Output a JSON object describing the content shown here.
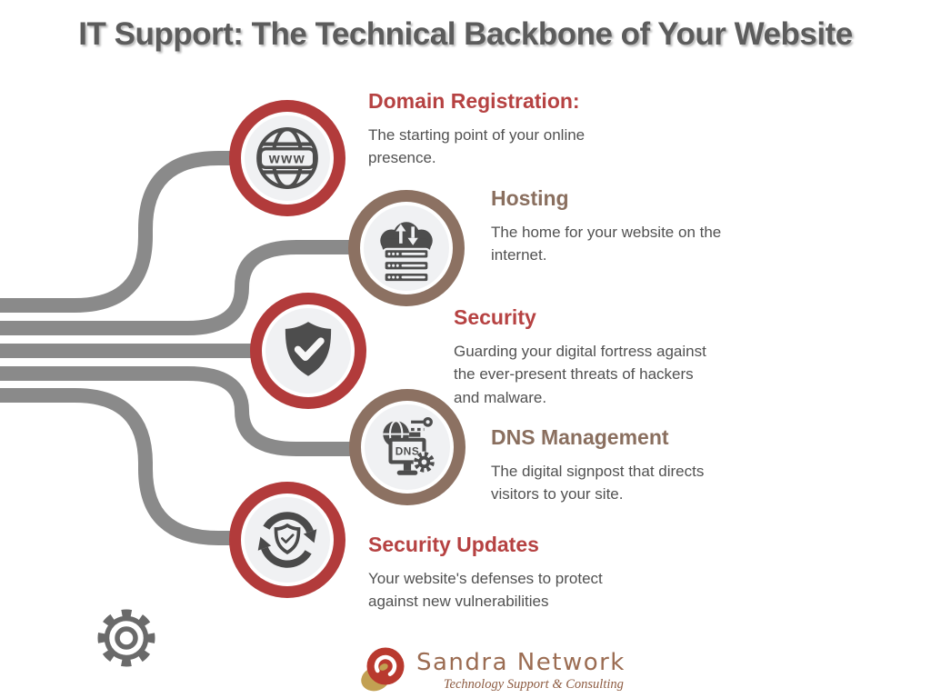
{
  "title": "IT Support: The Technical Backbone of Your Website",
  "items": [
    {
      "id": "domain-registration",
      "heading": "Domain Registration:",
      "body_lines": [
        "The starting point of your online",
        "presence."
      ],
      "accent_color": "#b64242",
      "ring_color": "#b23b3b",
      "icon": "www-globe-icon"
    },
    {
      "id": "hosting",
      "heading": "Hosting",
      "body_lines": [
        "The home for your website on the",
        "internet."
      ],
      "accent_color": "#8a6f5f",
      "ring_color": "#8c7162",
      "icon": "cloud-server-icon"
    },
    {
      "id": "security",
      "heading": "Security",
      "body_lines": [
        "Guarding your digital fortress against",
        "the ever-present threats of hackers",
        "and malware."
      ],
      "accent_color": "#b64242",
      "ring_color": "#b23b3b",
      "icon": "shield-check-icon"
    },
    {
      "id": "dns-management",
      "heading": "DNS Management",
      "body_lines": [
        "The digital signpost that directs",
        "visitors to your site."
      ],
      "accent_color": "#8a6f5f",
      "ring_color": "#8c7162",
      "icon": "dns-monitor-icon"
    },
    {
      "id": "security-updates",
      "heading": "Security Updates",
      "body_lines": [
        "Your website's defenses to protect",
        "against new vulnerabilities"
      ],
      "accent_color": "#b64242",
      "ring_color": "#b23b3b",
      "icon": "refresh-shield-icon"
    }
  ],
  "icon_labels": {
    "www": "www",
    "dns": "DNS"
  },
  "logo": {
    "brand": "Sandra Network",
    "tagline": "Technology Support & Consulting",
    "mark_red": "#b9392e",
    "mark_gold": "#c2a052"
  },
  "colors": {
    "line_gray": "#8a8a8a",
    "glyph_gray": "#4d4d4d",
    "title_gray": "#5c5c5c",
    "body_gray": "#515151",
    "disc_bg": "#f0f1f3"
  }
}
